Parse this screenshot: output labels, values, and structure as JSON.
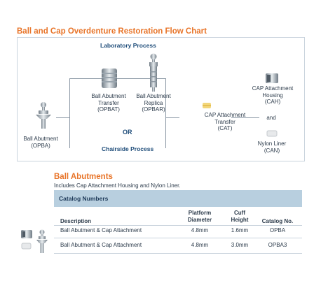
{
  "flow": {
    "title": "Ball and Cap Overdenture Restoration Flow Chart",
    "laboratory": "Laboratory Process",
    "or": "OR",
    "chairside": "Chairside Process",
    "opba": [
      "Ball Abutment",
      "(OPBA)"
    ],
    "opbat": [
      "Ball Abutment",
      "Transfer",
      "(OPBAT)"
    ],
    "opbar": [
      "Ball Abutment",
      "Replica",
      "(OPBAR)"
    ],
    "cat": [
      "CAP Attachment",
      "Transfer",
      "(CAT)"
    ],
    "cah": [
      "CAP Attachment",
      "Housing",
      "(CAH)"
    ],
    "and": "and",
    "can": [
      "Nylon Liner",
      "(CAN)"
    ]
  },
  "section": {
    "title": "Ball Abutments",
    "subtitle": "Includes Cap Attachment Housing and Nylon Liner."
  },
  "table": {
    "header": "Catalog Numbers",
    "columns": {
      "description": "Description",
      "platform": [
        "Platform",
        "Diameter"
      ],
      "cuff": [
        "Cuff",
        "Height"
      ],
      "catalog": "Catalog No."
    },
    "rows": [
      {
        "description": "Ball Abutment & Cap Attachment",
        "platform": "4.8mm",
        "cuff": "1.6mm",
        "catalog": "OPBA"
      },
      {
        "description": "Ball Abutment & Cap Attachment",
        "platform": "4.8mm",
        "cuff": "3.0mm",
        "catalog": "OPBA3"
      }
    ]
  }
}
